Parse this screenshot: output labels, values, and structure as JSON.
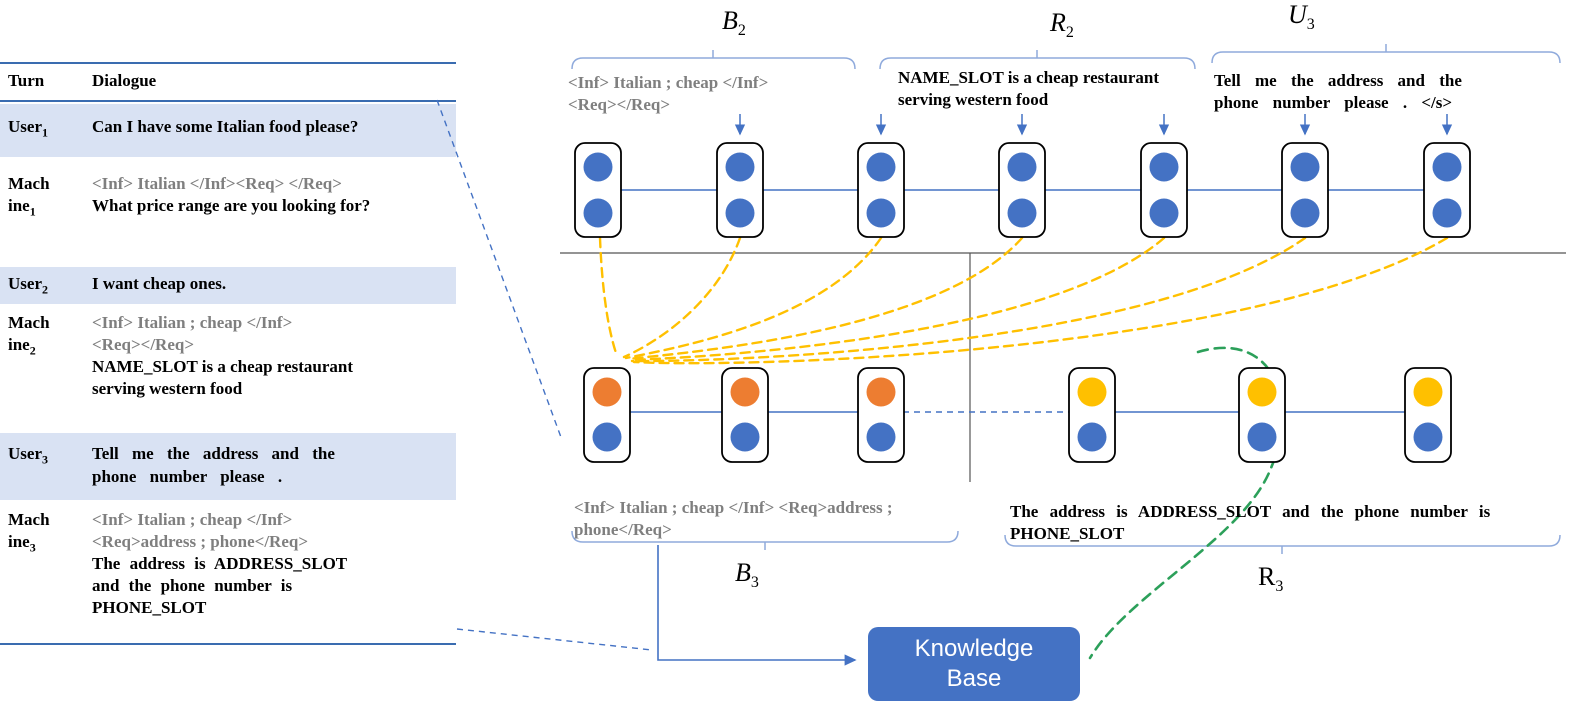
{
  "colors": {
    "node_blue": "#4472C4",
    "node_orange": "#ED7D31",
    "node_yellow": "#FFC000",
    "attention_yellow": "#FFC000",
    "kb_green": "#2CA05A",
    "kb_box_blue": "#4472C4",
    "row_highlight": "#D9E2F3",
    "table_line_blue": "#3A6CB0",
    "gray_text": "#7F7F7F"
  },
  "table": {
    "headers": {
      "turn": "Turn",
      "dialogue": "Dialogue"
    },
    "rows": [
      {
        "speaker": "User",
        "sub": "1",
        "bold": "Can I have some Italian food please?"
      },
      {
        "speaker": "Mach\nine",
        "sub": "1",
        "gray": "<Inf> Italian </Inf><Req> </Req>",
        "bold": "What price range are you looking for?"
      },
      {
        "speaker": "User",
        "sub": "2",
        "bold": "I want cheap ones."
      },
      {
        "speaker": "Mach\nine",
        "sub": "2",
        "gray": "<Inf> Italian ; cheap </Inf>\n<Req></Req>",
        "bold": "NAME_SLOT is a cheap restaurant\nserving western food"
      },
      {
        "speaker": "User",
        "sub": "3",
        "bold": "Tell me the address and the\nphone number please ."
      },
      {
        "speaker": "Mach\nine",
        "sub": "3",
        "gray": "<Inf> Italian ; cheap </Inf>\n<Req>address ; phone</Req>",
        "bold": "The address is ADDRESS_SLOT\nand the phone number is\nPHONE_SLOT"
      }
    ]
  },
  "diagram": {
    "labels": {
      "b2": {
        "main": "B",
        "sub": "2"
      },
      "r2": {
        "main": "R",
        "sub": "2"
      },
      "u3": {
        "main": "U",
        "sub": "3"
      },
      "b3": {
        "main": "B",
        "sub": "3"
      },
      "r3": {
        "main": "R",
        "sub": "3"
      }
    },
    "top_texts": {
      "b2_span": "<Inf> Italian ; cheap </Inf>\n<Req></Req>",
      "r2_text": "NAME_SLOT is a cheap restaurant\nserving western food",
      "u3_text": "Tell me the address and the\nphone number please . </s>"
    },
    "bottom_texts": {
      "b3_span": "<Inf> Italian ; cheap </Inf> <Req>address ;\nphone</Req>",
      "r3_text": "The address is ADDRESS_SLOT and the phone number is\nPHONE_SLOT"
    },
    "knowledge_base": "Knowledge\nBase"
  }
}
